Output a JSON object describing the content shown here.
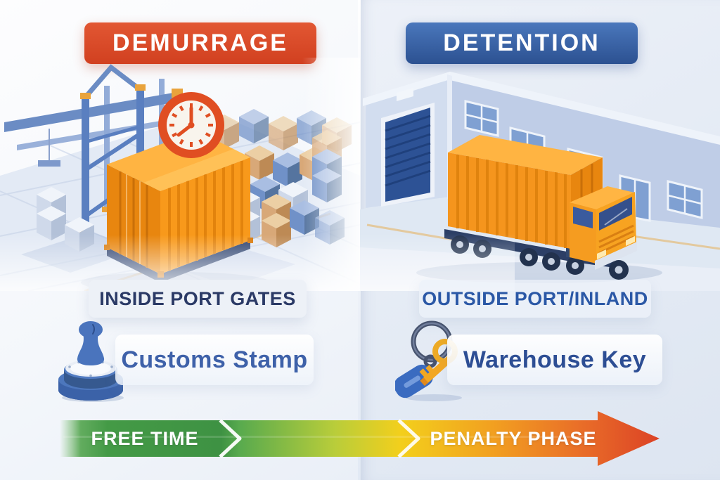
{
  "left_panel": {
    "banner_label": "DEMURRAGE",
    "location_label": "INSIDE PORT GATES",
    "symbol_label": "Customs Stamp",
    "scene_description": "port terminal with gantry crane, stacked containers, orange shipping container and red clock"
  },
  "right_panel": {
    "banner_label": "DETENTION",
    "location_label": "OUTSIDE PORT/INLAND",
    "symbol_label": "Warehouse Key",
    "scene_description": "warehouse building with roller door and orange container truck"
  },
  "timeline": {
    "free_label": "FREE TIME",
    "penalty_label": "PENALTY PHASE"
  },
  "icons": {
    "clock": "clock-icon",
    "stamp": "customs-stamp-icon",
    "key": "warehouse-key-icon",
    "arrow": "timeline-gradient-arrow"
  },
  "colors": {
    "demurrage_red": "#d64327",
    "detention_blue": "#32589e",
    "free_green": "#3e9243",
    "caution_yellow": "#f3cf1c",
    "penalty_red": "#dc4326",
    "container_orange": "#f5941d",
    "navy_label_text": "#2b3a66",
    "blue_label_text": "#2b58a6"
  }
}
